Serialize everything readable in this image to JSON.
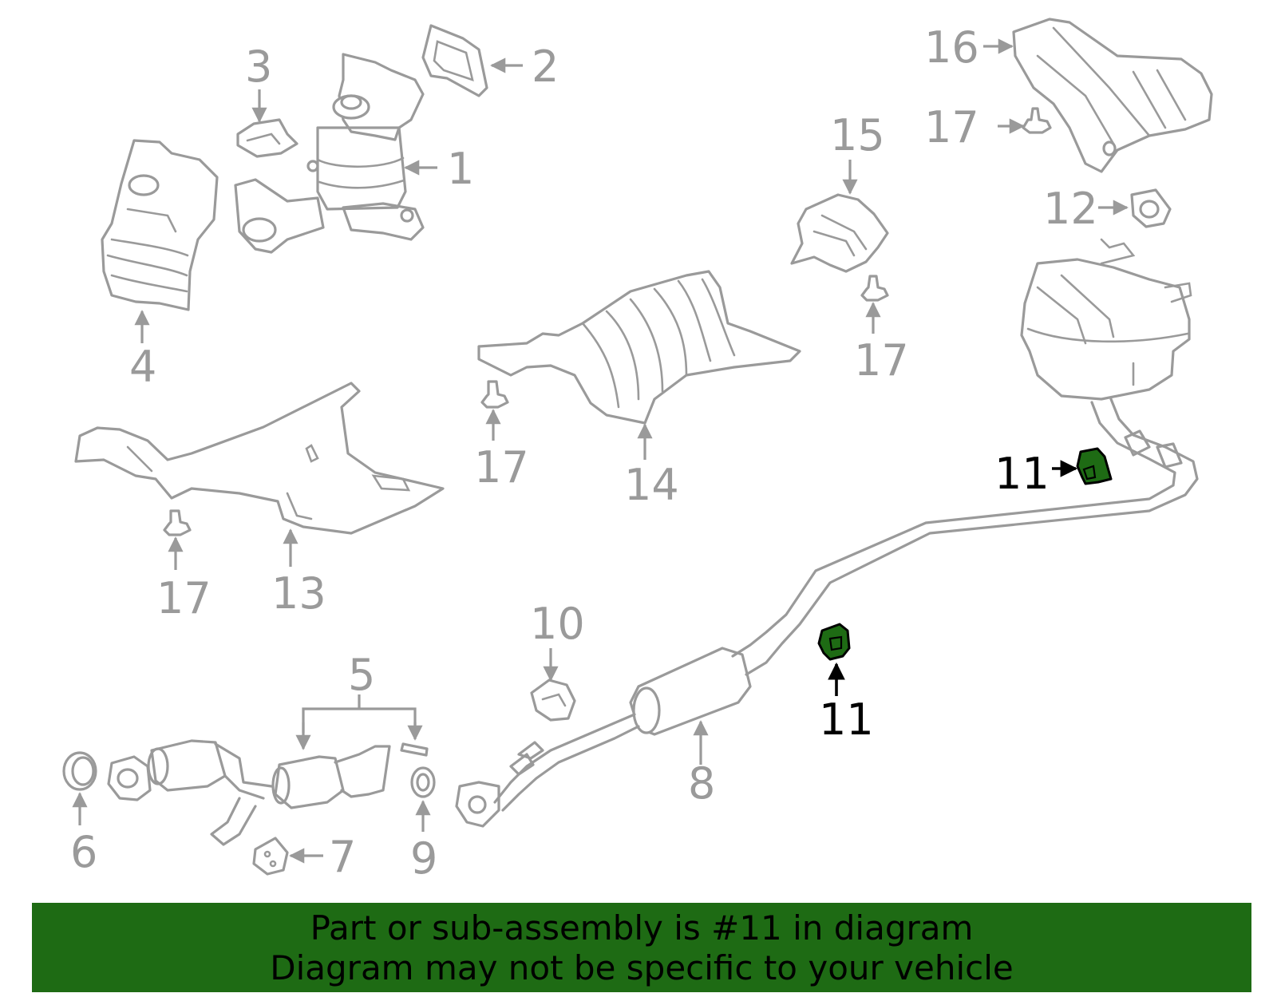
{
  "diagram": {
    "highlight_color": "#1e6b14",
    "line_color": "#9a9a9a",
    "callouts": {
      "c1": "1",
      "c2": "2",
      "c3": "3",
      "c4": "4",
      "c5": "5",
      "c6": "6",
      "c7": "7",
      "c8": "8",
      "c9": "9",
      "c10": "10",
      "c11a": "11",
      "c11b": "11",
      "c12": "12",
      "c13": "13",
      "c14": "14",
      "c15": "15",
      "c16": "16",
      "c17a": "17",
      "c17b": "17",
      "c17c": "17",
      "c17d": "17"
    },
    "highlighted_part": "11"
  },
  "banner": {
    "line1": "Part or sub-assembly is #11 in diagram",
    "line2": "Diagram may not be specific to your vehicle"
  }
}
